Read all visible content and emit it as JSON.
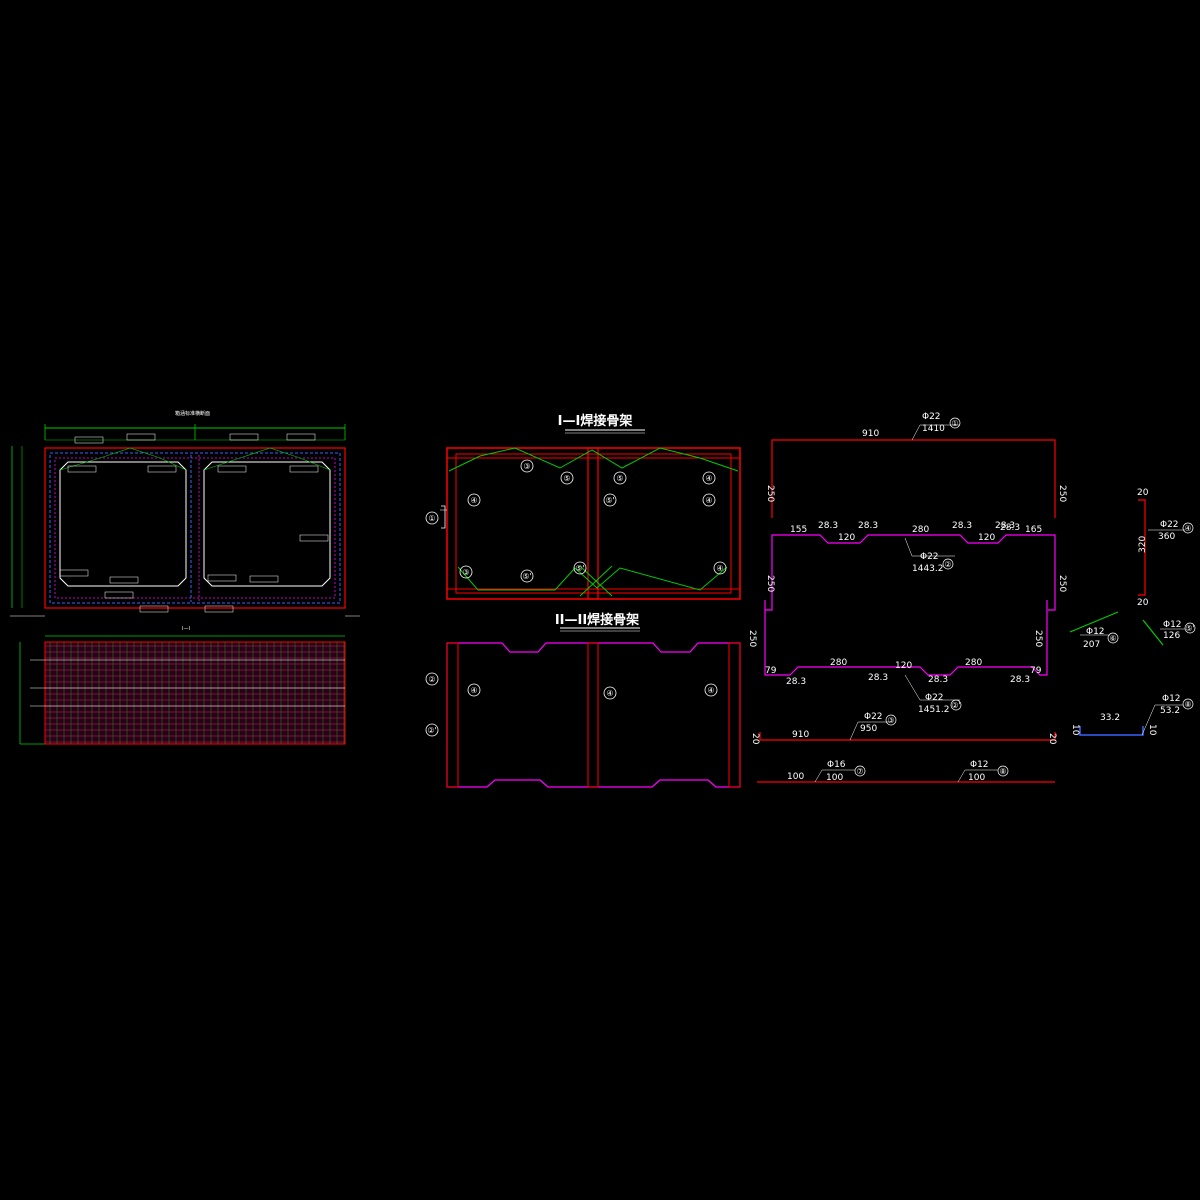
{
  "colors": {
    "background": "#000000",
    "red": "#ff0000",
    "green": "#00cc00",
    "magenta": "#ff00ff",
    "white": "#ffffff",
    "blue": "#3366ff",
    "yellow": "#ffff00"
  },
  "titles": {
    "section_1": "I—I焊接骨架",
    "section_2": "II—II焊接骨架"
  },
  "rebar_1": {
    "dia": "Φ22",
    "len": "1410",
    "id": "①",
    "dim_top": "910",
    "dim_left": "250",
    "dim_right": "250"
  },
  "rebar_2": {
    "dia": "Φ22",
    "len": "1443.2",
    "id": "②",
    "segs": [
      "155",
      "28.3",
      "28.3",
      "120",
      "28.3",
      "280",
      "28.3",
      "120",
      "28.3",
      "165"
    ],
    "dim_left": "250",
    "dim_right": "250"
  },
  "rebar_3": {
    "dia": "Φ22",
    "len": "1451.2",
    "id": "②'",
    "segs": [
      "79",
      "28.3",
      "280",
      "28.3",
      "120",
      "28.3",
      "280",
      "28.3",
      "79"
    ],
    "dim_left": "250",
    "dim_right": "250"
  },
  "rebar_4": {
    "dia": "Φ22",
    "len": "360",
    "id": "④",
    "top": "20",
    "mid": "320",
    "bot": "20"
  },
  "rebar_5": {
    "dia": "Φ22",
    "len": "950",
    "id": "③",
    "dim": "910",
    "end_l": "20",
    "end_r": "20"
  },
  "rebar_6": {
    "dia": "Φ12",
    "len": "207",
    "id": "⑥"
  },
  "rebar_7": {
    "dia": "Φ12",
    "len": "126",
    "id": "⑤'"
  },
  "rebar_8": {
    "dia": "Φ12",
    "len": "53.2",
    "id": "⑧",
    "mid": "33.2",
    "end_l": "10",
    "end_r": "10"
  },
  "rebar_9": {
    "dia": "Φ16",
    "len": "100",
    "id": "⑦",
    "dim": "100"
  },
  "rebar_10": {
    "dia": "Φ12",
    "len": "100",
    "id": "⑧"
  },
  "section_1_labels": [
    "①",
    "③",
    "⑤",
    "⑤",
    "④",
    "④",
    "⑤'",
    "③",
    "⑤'",
    "⑤'",
    "④",
    "④"
  ],
  "section_2_labels": [
    "②",
    "②'",
    "④",
    "④",
    "④"
  ],
  "left_drawing": {
    "title": "箱涵标准横断面",
    "plan_title": "I—I"
  }
}
